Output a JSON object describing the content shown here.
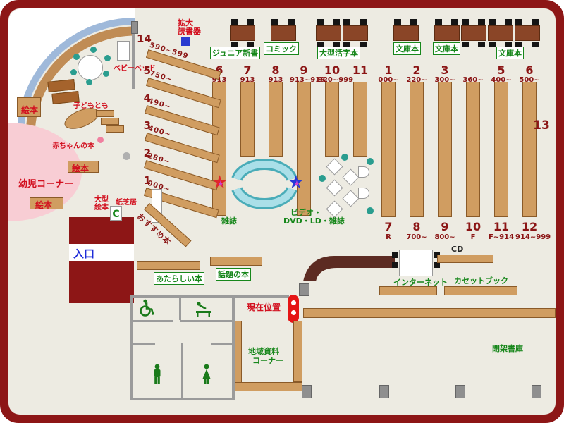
{
  "colors": {
    "wall_maroon": "#8d1616",
    "floor": "#edebe2",
    "shelf_tan": "#d09d61",
    "table_brown": "#8a4527",
    "counter_brown": "#5c2b22",
    "green": "#17871b",
    "red": "#d2101f",
    "number_red": "#8b1515",
    "entrance_blue": "#1d2bd8",
    "window_blue": "#9fb9da",
    "bench_teal": "#74ccd8",
    "kids_pink": "#f8cdd4",
    "star_red": "#e0252c",
    "star_blue": "#2438d8"
  },
  "labels": {
    "magnifier_line1": "拡大",
    "magnifier_line2": "読書器",
    "baby_bed": "ベビーベッド",
    "kids_magazine": "子どもとも",
    "baby_books": "赤ちゃんの本",
    "toddler_corner": "幼児コーナー",
    "picture_books": "絵本",
    "large_picture_line1": "大型",
    "large_picture_line2": "絵本",
    "kamishibai": "紙芝居",
    "recommended_books": "おすすめ本",
    "entrance": "入口",
    "magazines": "雑誌",
    "video_line1": "ビデオ・",
    "video_line2": "DVD・LD・雑誌",
    "junior_shinsho": "ジュニア新書",
    "comics": "コミック",
    "large_print": "大型活字本",
    "bunko": "文庫本",
    "new_books": "あたらしい本",
    "topic_books": "話題の本",
    "current_position": "現在位置",
    "internet": "インターネット",
    "cd": "CD",
    "cassette_books": "カセットブック",
    "local_line1": "地域資料",
    "local_line2": "コーナー",
    "closed_stacks": "閉架書庫",
    "area13": "13",
    "c_mark": "C"
  },
  "diagonal_shelves": [
    {
      "num": "14",
      "range": "590~599"
    },
    {
      "num": "5",
      "range": "750~"
    },
    {
      "num": "4",
      "range": "490~"
    },
    {
      "num": "3",
      "range": "400~"
    },
    {
      "num": "2",
      "range": "280~"
    },
    {
      "num": "1",
      "range": "000~"
    }
  ],
  "columns_left": [
    {
      "num": "6",
      "range": "913"
    },
    {
      "num": "7",
      "range": "913"
    },
    {
      "num": "8",
      "range": "913"
    },
    {
      "num": "9",
      "range": "913~919"
    },
    {
      "num": "10",
      "range": "920~999"
    },
    {
      "num": "11",
      "range": ""
    }
  ],
  "columns_right_top": [
    {
      "num": "1",
      "range": "000~"
    },
    {
      "num": "2",
      "range": "220~"
    },
    {
      "num": "3",
      "range": "300~"
    },
    {
      "num": "",
      "range": "360~"
    },
    {
      "num": "5",
      "range": "400~"
    },
    {
      "num": "6",
      "range": "500~"
    }
  ],
  "columns_right_bottom": [
    {
      "num": "7",
      "range": "R"
    },
    {
      "num": "8",
      "range": "700~"
    },
    {
      "num": "9",
      "range": "800~"
    },
    {
      "num": "10",
      "range": "F"
    },
    {
      "num": "11",
      "range": "F~914"
    },
    {
      "num": "12",
      "range": "914~999"
    }
  ],
  "icons": {
    "star": "★"
  }
}
